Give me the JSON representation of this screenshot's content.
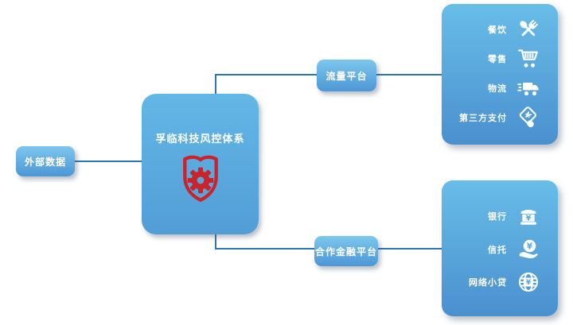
{
  "external": {
    "label": "外部数据"
  },
  "core": {
    "title": "孚临科技风控体系",
    "icon": "shield-gear-icon"
  },
  "traffic": {
    "label": "流量平台",
    "items": [
      {
        "label": "餐饮",
        "icon": "utensils-icon"
      },
      {
        "label": "零售",
        "icon": "shopping-cart-icon"
      },
      {
        "label": "物流",
        "icon": "delivery-truck-icon"
      },
      {
        "label": "第三方支付",
        "icon": "third-party-payment-icon"
      }
    ]
  },
  "finance": {
    "label": "合作金融平台",
    "items": [
      {
        "label": "银行",
        "icon": "bank-icon"
      },
      {
        "label": "信托",
        "icon": "coin-hand-icon"
      },
      {
        "label": "网络小贷",
        "icon": "globe-yen-icon"
      }
    ]
  },
  "colors": {
    "line": "#2e74b8",
    "text": "#ffffff",
    "shield_red": "#c9232b",
    "box_grad_top": "#7dc7ed",
    "box_grad_bottom": "#4c97d5",
    "core_grad_top": "#63b7e6",
    "core_grad_bottom": "#539dd7",
    "panel_grad_top": "#68bde8",
    "panel_grad_bottom": "#4a90cf",
    "icon_knockout_blue": "#58a9de"
  }
}
